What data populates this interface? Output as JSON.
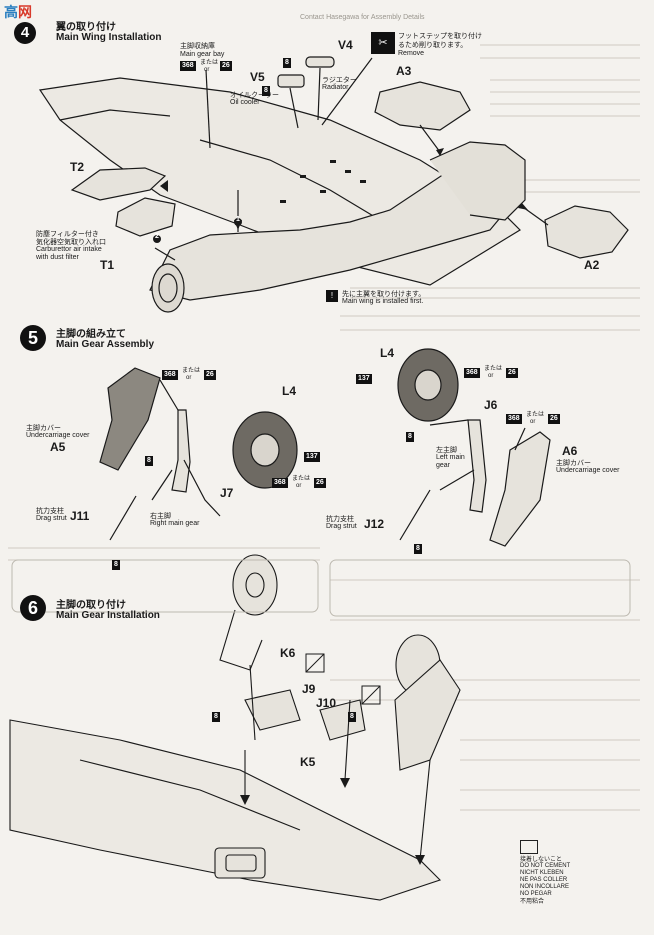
{
  "logo": {
    "part1": "高",
    "part2": "网"
  },
  "header": {
    "faint_text": "Contact Hasegawa for Assembly Details"
  },
  "step4": {
    "num": "4",
    "title_jp": "翼の取り付け",
    "title_en": "Main Wing Installation",
    "main_gear_bay_jp": "主脚収納庫",
    "main_gear_bay_en": "Main gear bay",
    "bay_code_a": "368",
    "bay_or_jp": "または",
    "bay_or_en": "or",
    "bay_code_b": "26",
    "v4": "V4",
    "v4_code": "8",
    "v5": "V5",
    "v5_code": "8",
    "oil_cooler_jp": "オイルクーラー",
    "oil_cooler_en": "Oil cooler",
    "radiator_jp": "ラジエター",
    "radiator_en": "Radiator",
    "remove_jp1": "フットステップを取り付け",
    "remove_jp2": "るため削り取ります。",
    "remove_en": "Remove",
    "a3": "A3",
    "a2": "A2",
    "t2": "T2",
    "t1": "T1",
    "filter_jp1": "防塵フィルター付き",
    "filter_jp2": "気化器空気取り入れ口",
    "filter_en1": "Carburettor air intake",
    "filter_en2": "with dust filter",
    "step_1": "1",
    "step_2": "2",
    "installed_jp": "先に主翼を取り付けます。",
    "installed_en": "Main wing is installed first."
  },
  "step5": {
    "num": "5",
    "title_jp": "主脚の組み立て",
    "title_en": "Main Gear Assembly",
    "l4_right": "L4",
    "l4_left": "L4",
    "code_368": "368",
    "or_jp": "または",
    "or_en": "or",
    "code_26": "26",
    "code_137": "137",
    "code_8": "8",
    "cover_jp": "主脚カバー",
    "cover_en": "Undercarriage cover",
    "a5": "A5",
    "a6": "A6",
    "cover2_jp": "主脚カバー",
    "cover2_en": "Undercarriage cover",
    "drag_jp": "抗力支柱",
    "drag_en": "Drag strut",
    "j11": "J11",
    "j12": "J12",
    "j7": "J7",
    "j6": "J6",
    "right_gear_jp": "右主脚",
    "right_gear_en": "Right main gear",
    "left_gear_jp": "左主脚",
    "left_gear_en1": "Left main",
    "left_gear_en2": "gear"
  },
  "step6": {
    "num": "6",
    "title_jp": "主脚の取り付け",
    "title_en": "Main Gear Installation",
    "k6": "K6",
    "k5": "K5",
    "j9": "J9",
    "j10": "J10",
    "code_8": "8"
  },
  "caution": {
    "jp": "接着しないこと",
    "l1": "DO NOT CEMENT",
    "l2": "NICHT KLEBEN",
    "l3": "NE PAS COLLER",
    "l4": "NON INCOLLARE",
    "l5": "NO PEGAR",
    "l6": "不用粘合"
  },
  "colors": {
    "ink": "#1a1a1a",
    "paper": "#f4f2ee",
    "faint": "#9a968e",
    "logo_blue": "#2a7fc0",
    "logo_red": "#d83a2a"
  }
}
